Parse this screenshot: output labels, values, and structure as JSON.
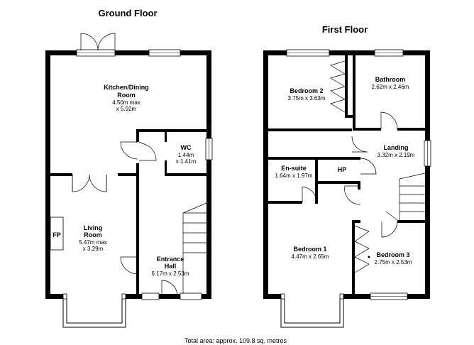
{
  "ground_floor": {
    "title": "Ground Floor",
    "kitchen": {
      "name_line1": "Kitchen/Dining",
      "name_line2": "Room",
      "dim_line1": "4.50m max",
      "dim_line2": "x 5.92m"
    },
    "wc": {
      "name": "WC",
      "dim_line1": "1.44m",
      "dim_line2": "x 1.41m"
    },
    "living": {
      "name_line1": "Living",
      "name_line2": "Room",
      "dim_line1": "5.47m max",
      "dim_line2": "x 3.29m"
    },
    "fireplace": "FP",
    "hall": {
      "name_line1": "Entrance",
      "name_line2": "Hall",
      "dim": "6.17m x 2.53m"
    }
  },
  "first_floor": {
    "title": "First Floor",
    "bedroom2": {
      "name": "Bedroom 2",
      "dim": "3.75m x 3.63m"
    },
    "bathroom": {
      "name": "Bathroom",
      "dim": "2.62m x 2.46m"
    },
    "landing": {
      "name": "Landing",
      "dim": "3.32m x 2.19m"
    },
    "ensuite": {
      "name": "En-suite",
      "dim": "1.64m x 1.97m"
    },
    "hp": "HP",
    "bedroom1": {
      "name": "Bedroom 1",
      "dim": "4.47m x 2.65m"
    },
    "bedroom3": {
      "name": "Bedroom 3",
      "dim": "2.75m x 2.53m"
    }
  },
  "footer": "Total area: approx. 109.8 sq. metres"
}
